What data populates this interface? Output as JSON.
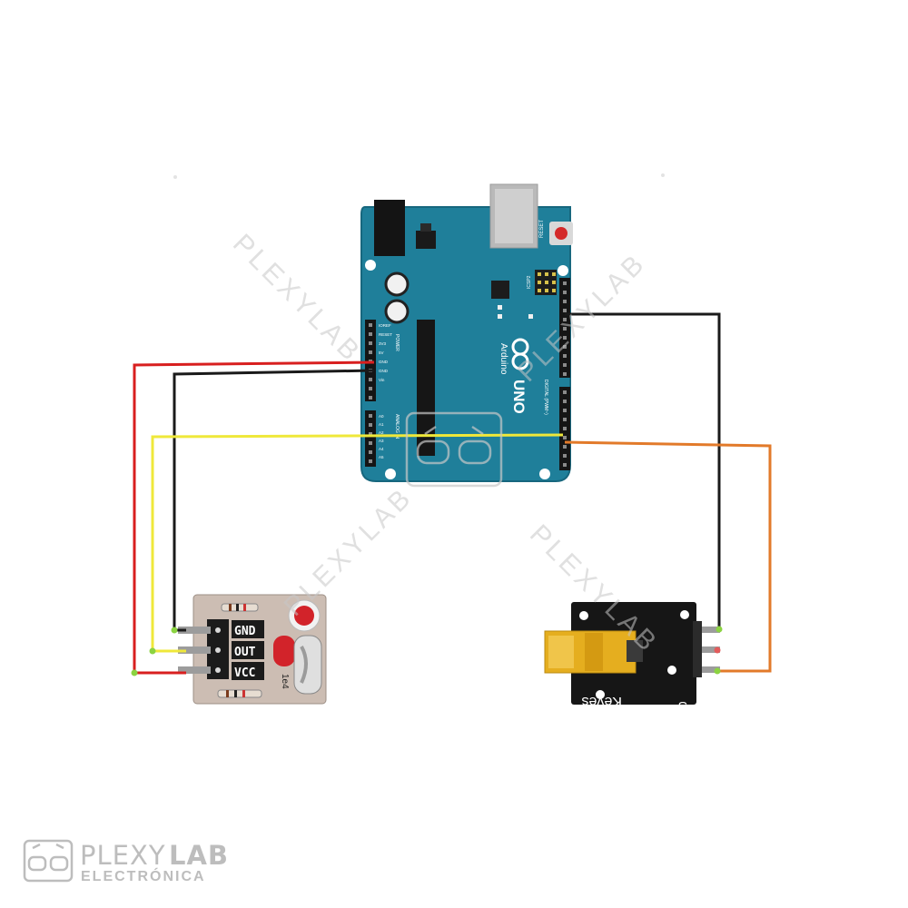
{
  "colors": {
    "arduino_board": "#1f7f9a",
    "wire_red": "#d81f1f",
    "wire_black": "#1a1a1a",
    "wire_yellow": "#efe83a",
    "wire_orange": "#e27a2a",
    "receiver_pcb": "#ccbdb3",
    "laser_pcb": "#161616",
    "laser_tube": "#e5ae1f",
    "watermark": "#c7c7c7",
    "logo_text": "#bdbdbd"
  },
  "arduino": {
    "brand": "Arduino",
    "model": "UNO",
    "reset_label": "RESET",
    "header_left_labels": [
      "IOREF",
      "RESET",
      "3V3",
      "5V",
      "GND",
      "GND",
      "Vin",
      "A0",
      "A1",
      "A2",
      "A3",
      "A4",
      "A5"
    ],
    "icsp_label": "ICSP2",
    "digital_label": "DIGITAL (PWM~)",
    "power_label": "POWER",
    "analog_label": "ANALOG IN"
  },
  "receiver_module": {
    "pins": [
      "GND",
      "OUT",
      "VCC"
    ],
    "component_marking": "1e4"
  },
  "laser_module": {
    "brand": "Keyes",
    "signal_label": "S"
  },
  "watermarks": [
    "PLEXYLAB",
    "PLEXYLAB",
    "PLEXYLAB",
    "PLEXYLAB"
  ],
  "logo": {
    "name_part1": "PLEXY",
    "name_part2": "LAB",
    "tagline": "ELECTRÓNICA",
    "icon": "robot-head-icon"
  }
}
